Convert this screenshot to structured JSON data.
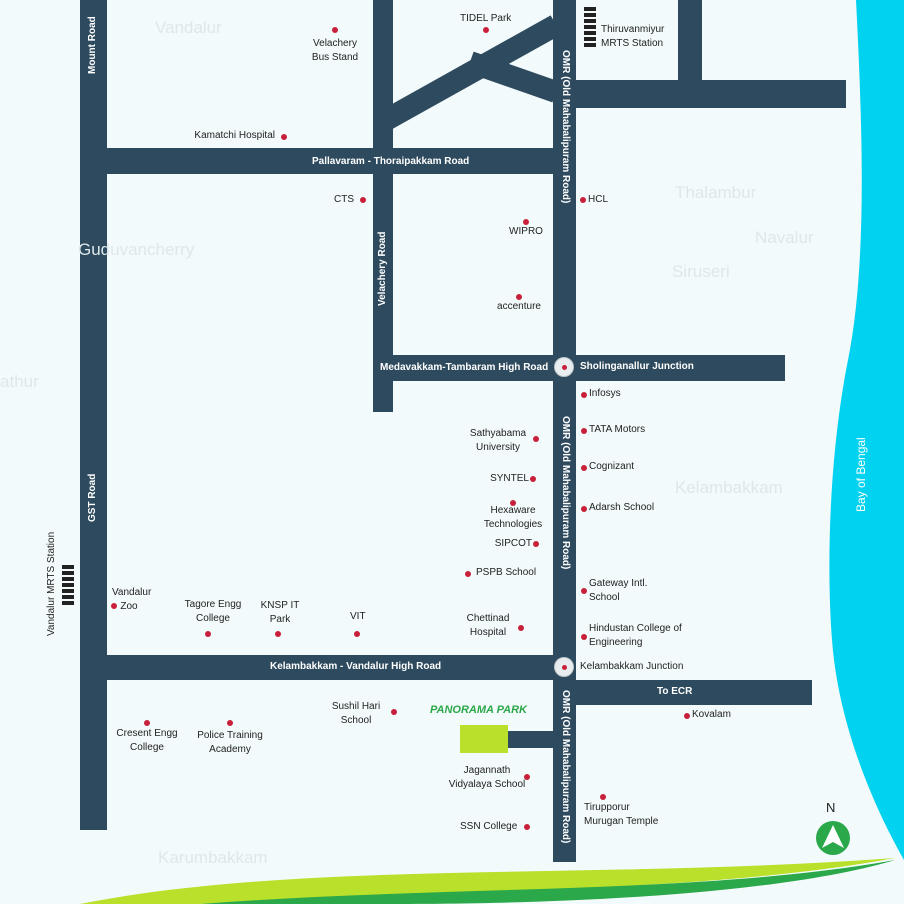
{
  "colors": {
    "road": "#2e4a5e",
    "sea": "#00d2ef",
    "marker": "#c8203a",
    "project": "#b9e02a",
    "brand_green": "#2aa84a",
    "background": "#f3fafb"
  },
  "background_places": [
    "Vandalur",
    "Guduvancherry",
    "Thalambur",
    "Navalur",
    "Siruseri",
    "Kelambakkam",
    "Karumbakkam",
    "athur"
  ],
  "roads": {
    "mount": "Mount Road",
    "gst": "GST Road",
    "velachery": "Velachery Road",
    "omr": "OMR (Old Mahabalipuram Road)",
    "pallavaram": "Pallavaram - Thoraipakkam Road",
    "medavakkam": "Medavakkam-Tambaram High Road",
    "kelambakkam": "Kelambakkam - Vandalur High Road",
    "ecr": "To ECR"
  },
  "junctions": {
    "sholinganallur": "Sholinganallur Junction",
    "kelambakkam": "Kelambakkam Junction"
  },
  "stations": {
    "thiruvanmiyur": [
      "Thiruvanmiyur",
      "MRTS Station"
    ],
    "vandalur": "Vandalur MRTS Station"
  },
  "sea_label": "Bay of Bengal",
  "project": {
    "name": "PANORAMA PARK"
  },
  "compass": {
    "label": "N"
  },
  "poi": {
    "velachery_bus": [
      "Velachery",
      "Bus Stand"
    ],
    "tidel": "TIDEL Park",
    "kamatchi": "Kamatchi Hospital",
    "cts": "CTS",
    "hcl": "HCL",
    "wipro": "WIPRO",
    "accenture": "accenture",
    "infosys": "Infosys",
    "tata": "TATA Motors",
    "sathyabama": [
      "Sathyabama",
      "University"
    ],
    "cognizant": "Cognizant",
    "syntel": "SYNTEL",
    "adarsh": "Adarsh School",
    "hexaware": [
      "Hexaware",
      "Technologies"
    ],
    "sipcot": "SIPCOT",
    "pspb": "PSPB School",
    "gateway": [
      "Gateway Intl.",
      "School"
    ],
    "zoo": [
      "Vandalur",
      "Zoo"
    ],
    "tagore": [
      "Tagore Engg",
      "College"
    ],
    "knsp": [
      "KNSP IT",
      "Park"
    ],
    "vit": "VIT",
    "chettinad": [
      "Chettinad",
      "Hospital"
    ],
    "hindustan": [
      "Hindustan College of",
      "Engineering"
    ],
    "sushil": [
      "Sushil Hari",
      "School"
    ],
    "kovalam": "Kovalam",
    "cresent": [
      "Cresent Engg",
      "College"
    ],
    "police": [
      "Police Training",
      "Academy"
    ],
    "jagannath": [
      "Jagannath",
      "Vidyalaya School"
    ],
    "tirupporur": [
      "Tirupporur",
      "Murugan Temple"
    ],
    "ssn": "SSN College"
  }
}
